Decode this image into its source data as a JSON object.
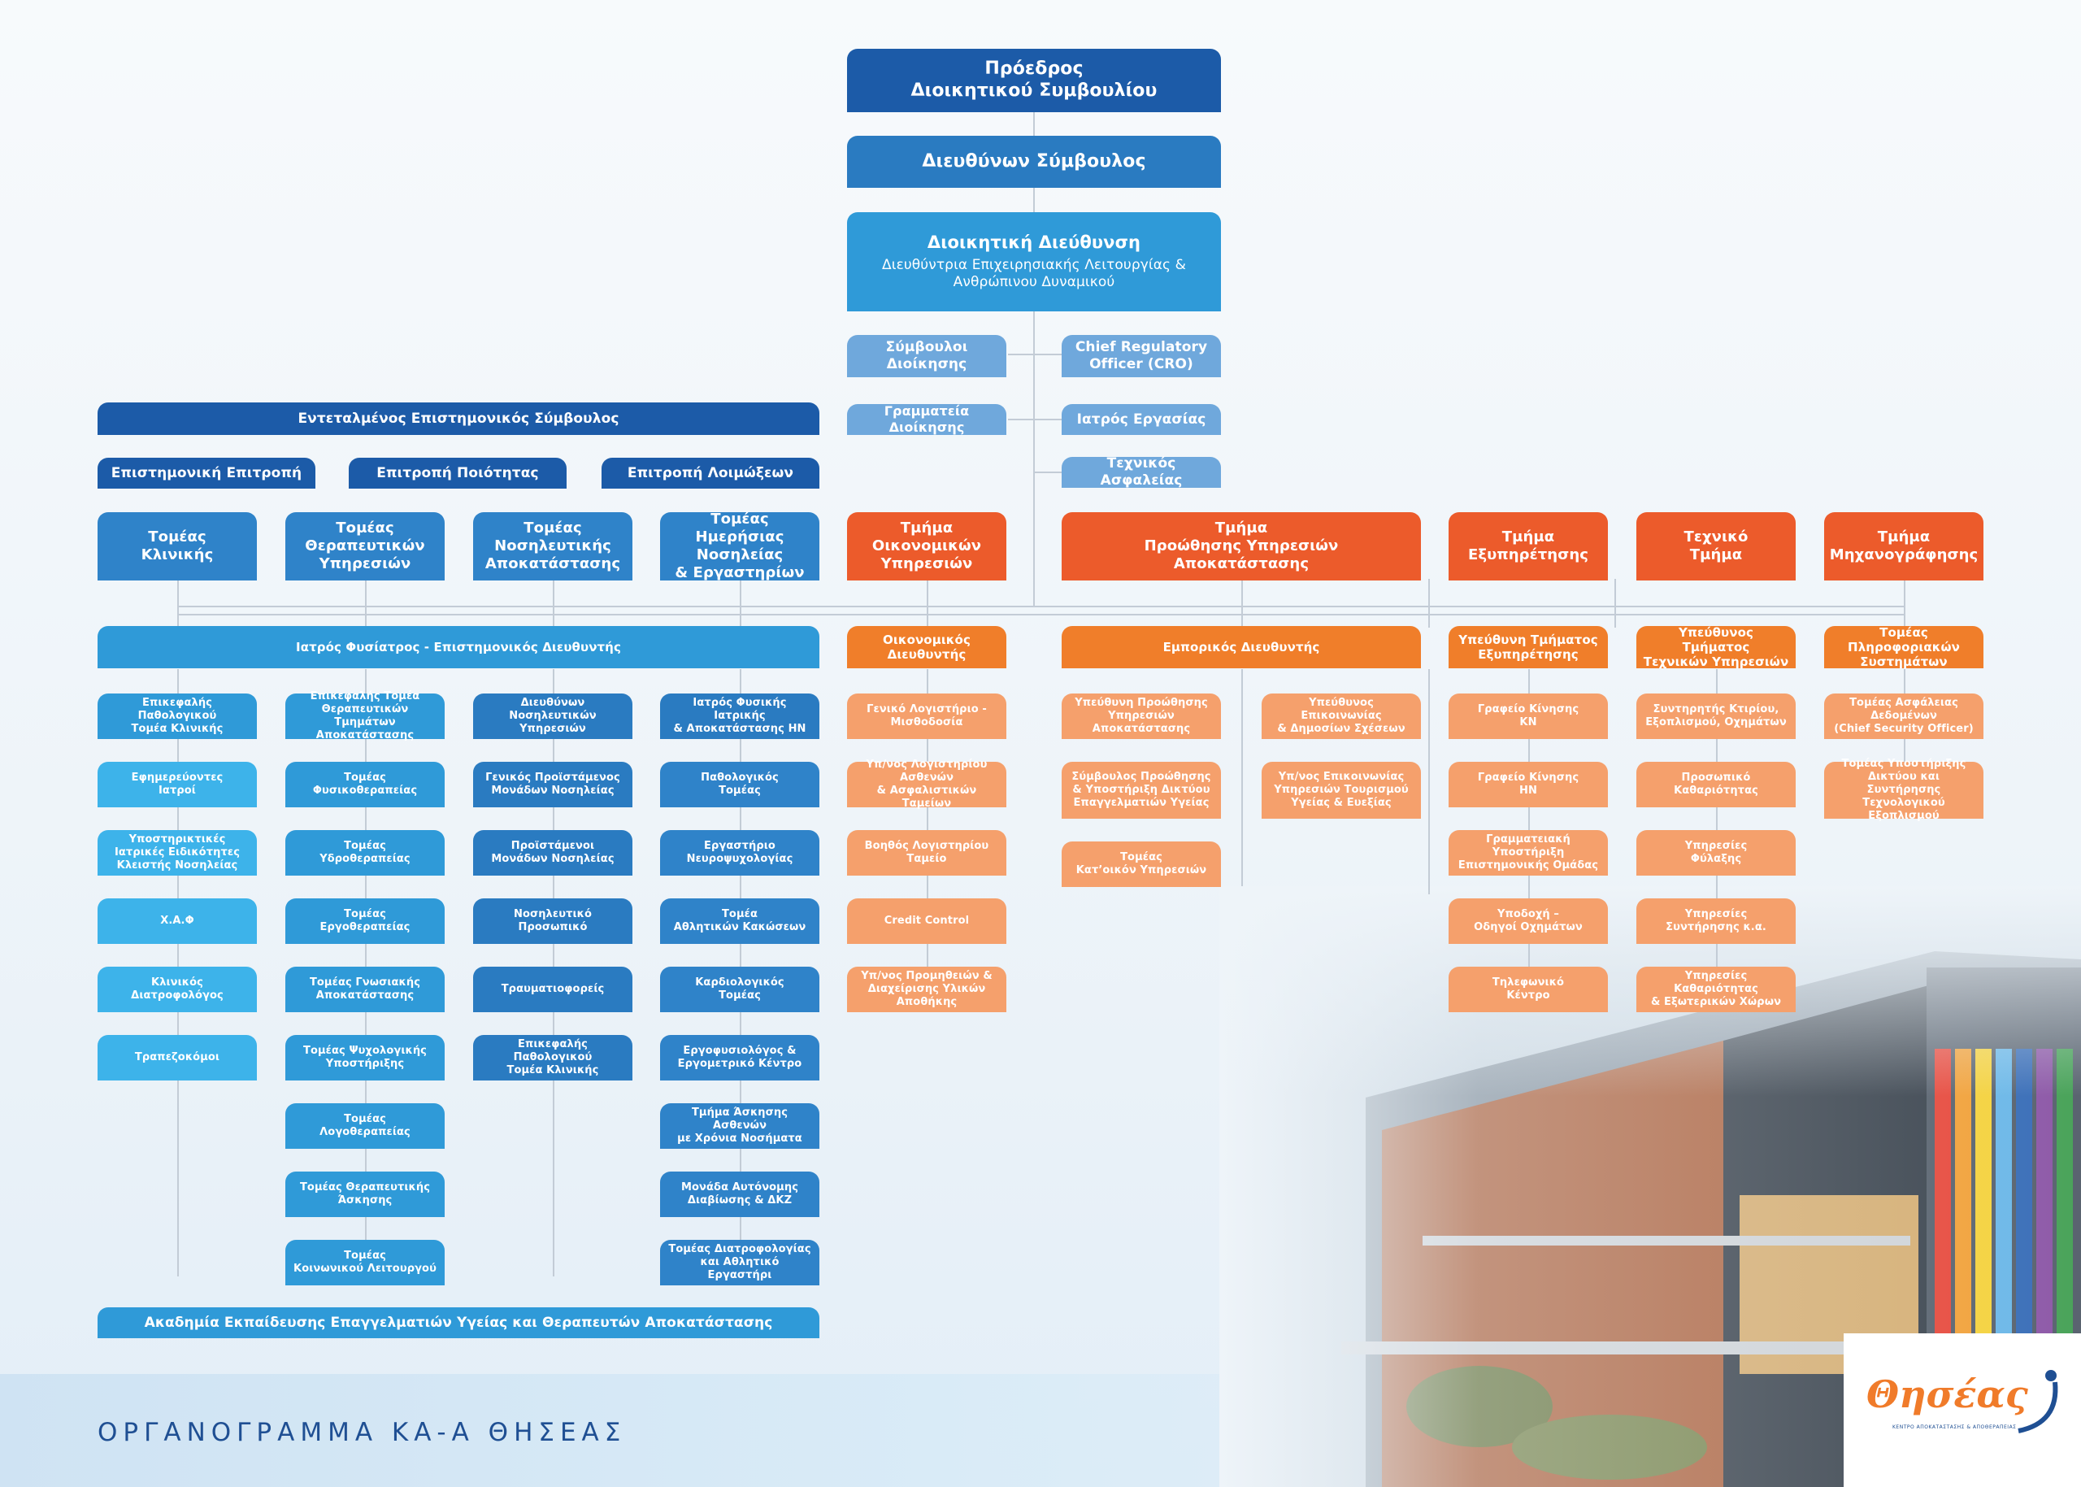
{
  "colors": {
    "navy": "#1c5ba8",
    "blue": "#2a7bc1",
    "sky": "#2f9ad8",
    "light_sky": "#3db3ea",
    "pale": "#6fa8dc",
    "steel": "#2f83c9",
    "dark_orange": "#ec5b2b",
    "orange": "#f07e2a",
    "light_orange": "#f5a06c"
  },
  "top": {
    "chairman": "Πρόεδρος\nΔιοικητικού Συμβουλίου",
    "ceo": "Διευθύνων Σύμβουλος",
    "admin_title": "Διοικητική Διεύθυνση",
    "admin_sub": "Διευθύντρια Επιχειρησιακής Λειτουργίας &\nΑνθρώπινου Δυναμικού"
  },
  "staff": {
    "left": [
      "Σύμβουλοι\nΔιοίκησης",
      "Γραμματεία Διοίκησης"
    ],
    "right": [
      "Chief Regulatory\nOfficer (CRO)",
      "Ιατρός Εργασίας",
      "Τεχνικός Ασφαλείας"
    ]
  },
  "scientific": {
    "advisor": "Εντεταλμένος Επιστημονικός Σύμβουλος",
    "committees": [
      "Επιστημονική Επιτροπή",
      "Επιτροπή Ποιότητας",
      "Επιτροπή Λοιμώξεων"
    ],
    "director": "Ιατρός Φυσίατρος - Επιστημονικός Διευθυντής",
    "academy": "Ακαδημία Εκπαίδευσης Επαγγελματιών Υγείας και Θεραπευτών Αποκατάστασης"
  },
  "sectors": [
    {
      "title": "Τομέας\nΚλινικής",
      "head": "Επικεφαλής Παθολογικού\nΤομέα Κλινικής",
      "items": [
        "Εφημερεύοντες\nΙατροί",
        "Υποστηρικτικές\nΙατρικές Ειδικότητες\nΚλειστής Νοσηλείας",
        "Χ.Α.Φ",
        "Κλινικός\nΔιατροφολόγος",
        "Τραπεζοκόμοι"
      ]
    },
    {
      "title": "Τομέας\nΘεραπευτικών\nΥπηρεσιών",
      "head": "Επικεφαλής Τομέα\nΘεραπευτικών\nΤμημάτων Αποκατάστασης",
      "items": [
        "Τομέας\nΦυσικοθεραπείας",
        "Τομέας\nΥδροθεραπείας",
        "Τομέας\nΕργοθεραπείας",
        "Τομέας Γνωσιακής\nΑποκατάστασης",
        "Τομέας Ψυχολογικής\nΥποστήριξης",
        "Τομέας\nΛογοθεραπείας",
        "Τομέας Θεραπευτικής\nΆσκησης",
        "Τομέας\nΚοινωνικού Λειτουργού"
      ]
    },
    {
      "title": "Τομέας\nΝοσηλευτικής\nΑποκατάστασης",
      "head": "Διευθύνων Νοσηλευτικών\nΥπηρεσιών",
      "items": [
        "Γενικός Προϊστάμενος\nΜονάδων Νοσηλείας",
        "Προϊστάμενοι\nΜονάδων Νοσηλείας",
        "Νοσηλευτικό\nΠροσωπικό",
        "Τραυματιοφορείς",
        "Επικεφαλής Παθολογικού\nΤομέα Κλινικής"
      ]
    },
    {
      "title": "Τομέας Ημερήσιας\nΝοσηλείας\n& Εργαστηρίων",
      "head": "Ιατρός Φυσικής Ιατρικής\n& Αποκατάστασης ΗΝ",
      "items": [
        "Παθολογικός\nΤομέας",
        "Εργαστήριο\nΝευροψυχολογίας",
        "Τομέα\nΑθλητικών Κακώσεων",
        "Καρδιολογικός\nΤομέας",
        "Εργοφυσιολόγος &\nΕργομετρικό Κέντρο",
        "Τμήμα Άσκησης Ασθενών\nμε Χρόνια Νοσήματα",
        "Μονάδα Αυτόνομης\nΔιαβίωσης & ΔΚΖ",
        "Τομέας Διατροφολογίας\nκαι Αθλητικό Εργαστήρι"
      ]
    }
  ],
  "departments": [
    {
      "title": "Τμήμα\nΟικονομικών\nΥπηρεσιών",
      "head": "Οικονομικός\nΔιευθυντής",
      "items": [
        "Γενικό Λογιστήριο -\nΜισθοδοσία",
        "Υπ/νος Λογιστηρίου Ασθενών\n& Ασφαλιστικών Ταμείων",
        "Βοηθός Λογιστηρίου\nΤαμείο",
        "Credit Control",
        "Υπ/νος Προμηθειών &\nΔιαχείρισης Υλικών Αποθήκης"
      ]
    },
    {
      "title": "Τμήμα\nΠροώθησης Υπηρεσιών\nΑποκατάστασης",
      "head": "Εμπορικός Διευθυντής",
      "items_left": [
        "Υπεύθυνη Προώθησης\nΥπηρεσιών Αποκατάστασης",
        "Σύμβουλος Προώθησης\n& Υποστήριξη Δικτύου\nΕπαγγελματιών Υγείας",
        "Τομέας\nΚατ’οικόν Υπηρεσιών"
      ],
      "items_right": [
        "Υπεύθυνος Επικοινωνίας\n& Δημοσίων Σχέσεων",
        "Υπ/νος Επικοινωνίας\nΥπηρεσιών Τουρισμού\nΥγείας & Ευεξίας"
      ]
    },
    {
      "title": "Τμήμα\nΕξυπηρέτησης",
      "head": "Υπεύθυνη Τμήματος\nΕξυπηρέτησης",
      "items": [
        "Γραφείο Κίνησης\nΚΝ",
        "Γραφείο Κίνησης\nΗΝ",
        "Γραμματειακή Υποστήριξη\nΕπιστημονικής Ομάδας",
        "Υποδοχή –\nΟδηγοί Οχημάτων",
        "Τηλεφωνικό\nΚέντρο"
      ]
    },
    {
      "title": "Τεχνικό\nΤμήμα",
      "head": "Υπεύθυνος Τμήματος\nΤεχνικών Υπηρεσιών",
      "items": [
        "Συντηρητής Κτιρίου,\nΕξοπλισμού, Οχημάτων",
        "Προσωπικό\nΚαθαριότητας",
        "Υπηρεσίες\nΦύλαξης",
        "Υπηρεσίες\nΣυντήρησης κ.α.",
        "Υπηρεσίες Καθαριότητας\n& Εξωτερικών Χώρων"
      ]
    },
    {
      "title": "Τμήμα\nΜηχανογράφησης",
      "head": "Τομέας Πληροφοριακών\nΣυστημάτων",
      "items": [
        "Τομέας Ασφάλειας Δεδομένων\n(Chief Security Officer)",
        "Τομέας Υποστήριξης\nΔικτύου και Συντήρησης\nΤεχνολογικού Εξοπλισμού"
      ]
    }
  ],
  "footer": {
    "title": "ΟΡΓΑΝΟΓΡΑΜΜΑ ΚΑ-Α ΘΗΣΕΑΣ",
    "logo": "Θησέας",
    "logo_sub": "ΚΕΝΤΡΟ ΑΠΟΚΑΤΑΣΤΑΣΗΣ & ΑΠΟΘΕΡΑΠΕΙΑΣ"
  }
}
